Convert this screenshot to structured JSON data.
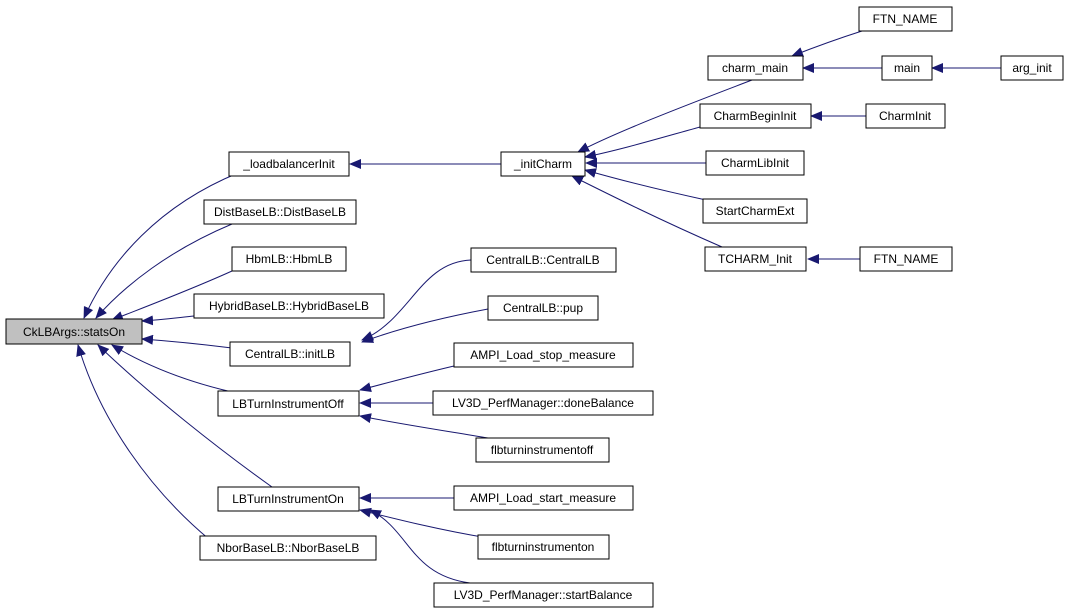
{
  "colors": {
    "edge": "#191970",
    "node_border": "#000000",
    "node_fill": "#ffffff",
    "root_fill": "#c0c0c0"
  },
  "nodes": {
    "root": "CkLBArgs::statsOn",
    "loadbalancerInit": "_loadbalancerInit",
    "distBaseLB": "DistBaseLB::DistBaseLB",
    "hbmLB": "HbmLB::HbmLB",
    "hybridBaseLB": "HybridBaseLB::HybridBaseLB",
    "centralInitLB": "CentralLB::initLB",
    "lbTurnOff": "LBTurnInstrumentOff",
    "lbTurnOn": "LBTurnInstrumentOn",
    "nborBaseLB": "NborBaseLB::NborBaseLB",
    "initCharm": "_initCharm",
    "centralLBCtor": "CentralLB::CentralLB",
    "centralPup": "CentralLB::pup",
    "ampiStop": "AMPI_Load_stop_measure",
    "lv3dDone": "LV3D_PerfManager::doneBalance",
    "flbOff": "flbturninstrumentoff",
    "ampiStart": "AMPI_Load_start_measure",
    "flbOn": "flbturninstrumenton",
    "lv3dStart": "LV3D_PerfManager::startBalance",
    "charmMain": "charm_main",
    "charmBeginInit": "CharmBeginInit",
    "charmLibInit": "CharmLibInit",
    "startCharmExt": "StartCharmExt",
    "tcharmInit": "TCHARM_Init",
    "ftnName1": "FTN_NAME",
    "main": "main",
    "charmInit": "CharmInit",
    "ftnName2": "FTN_NAME",
    "argInit": "arg_init"
  }
}
